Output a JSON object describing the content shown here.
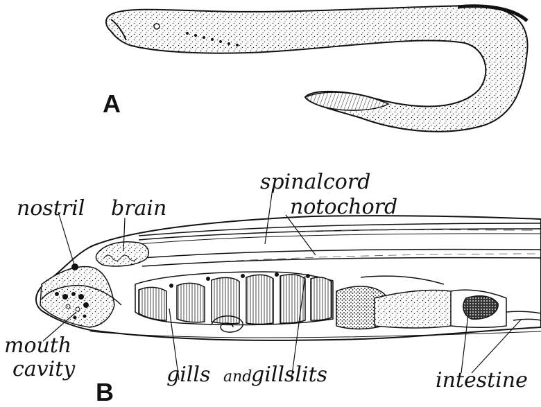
{
  "figure": {
    "panel_a": "A",
    "panel_b": "B"
  },
  "labels": {
    "spinal_cord": "spinalcord",
    "notochord": "notochord",
    "nostril": "nostril",
    "brain": "brain",
    "mouth": "mouth",
    "cavity": "cavity",
    "gills": "gills",
    "and": "and",
    "gillslits": "gillslits",
    "intestine": "intestine"
  }
}
